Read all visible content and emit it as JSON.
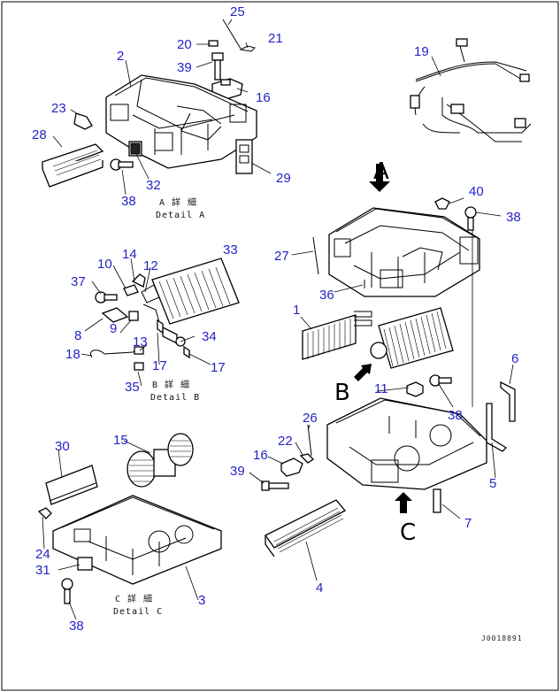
{
  "drawing_code": "J0018891",
  "details": {
    "A": {
      "letter": "A",
      "ja": "A 詳 細",
      "en": "Detail A"
    },
    "B": {
      "letter": "B",
      "ja": "B 詳 細",
      "en": "Detail B"
    },
    "C": {
      "letter": "C",
      "ja": "C 詳 細",
      "en": "Detail C"
    }
  },
  "callouts": {
    "c25": "25",
    "c21": "21",
    "c20": "20",
    "c39a": "39",
    "c2": "2",
    "c16a": "16",
    "c23": "23",
    "c28": "28",
    "c32": "32",
    "c38a": "38",
    "c29": "29",
    "c19": "19",
    "c40": "40",
    "c38b": "38",
    "c27": "27",
    "c36": "36",
    "c33": "33",
    "c14": "14",
    "c10": "10",
    "c12": "12",
    "c37": "37",
    "c8": "8",
    "c9": "9",
    "c18": "18",
    "c13": "13",
    "c34": "34",
    "c17a": "17",
    "c17b": "17",
    "c35": "35",
    "c1": "1",
    "c6": "6",
    "c11": "11",
    "c38c": "38",
    "c26": "26",
    "c22": "22",
    "c16b": "16",
    "c39b": "39",
    "c5": "5",
    "c7": "7",
    "c4": "4",
    "c30": "30",
    "c15": "15",
    "c24": "24",
    "c31": "31",
    "c3": "3",
    "c38d": "38"
  }
}
